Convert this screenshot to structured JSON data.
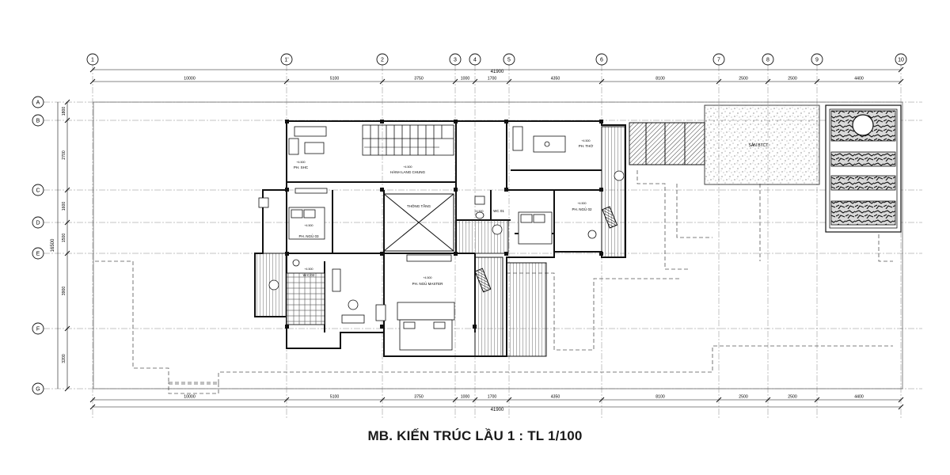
{
  "drawing": {
    "title": "MB. KIẾN TRÚC LẦU 1 : TL 1/100",
    "overall_dimension": "41900",
    "column_grid": {
      "labels": [
        "1",
        "1'",
        "2",
        "3",
        "4",
        "5",
        "6",
        "7",
        "8",
        "9",
        "10"
      ],
      "spacings": [
        "10000",
        "5100",
        "3750",
        "1000",
        "1700",
        "4350",
        "8100",
        "2500",
        "2500",
        "4400"
      ]
    },
    "row_grid": {
      "labels": [
        "A",
        "B",
        "C",
        "D",
        "E",
        "F",
        "G"
      ],
      "spacings": [
        "1800",
        "2700",
        "1600",
        "1500",
        "3900",
        "3200"
      ],
      "total": "16500"
    },
    "rooms": [
      {
        "name": "PH. SHC",
        "level": "+4.500"
      },
      {
        "name": "HÀNH LANG CHUNG",
        "level": "+4.500"
      },
      {
        "name": "PH. THỜ",
        "level": "+4.500"
      },
      {
        "name": "THÔNG TẦNG",
        "level": ""
      },
      {
        "name": "WC 01",
        "level": "+4.500"
      },
      {
        "name": "PH. NGỦ 03",
        "level": "+4.500"
      },
      {
        "name": "PH. NGỦ 02",
        "level": "+4.500"
      },
      {
        "name": "PH. NGỦ MASTER",
        "level": "+4.500"
      },
      {
        "name": "W.C 02",
        "level": "+4.500"
      },
      {
        "name": "SÂN BTCT",
        "level": ""
      }
    ]
  }
}
